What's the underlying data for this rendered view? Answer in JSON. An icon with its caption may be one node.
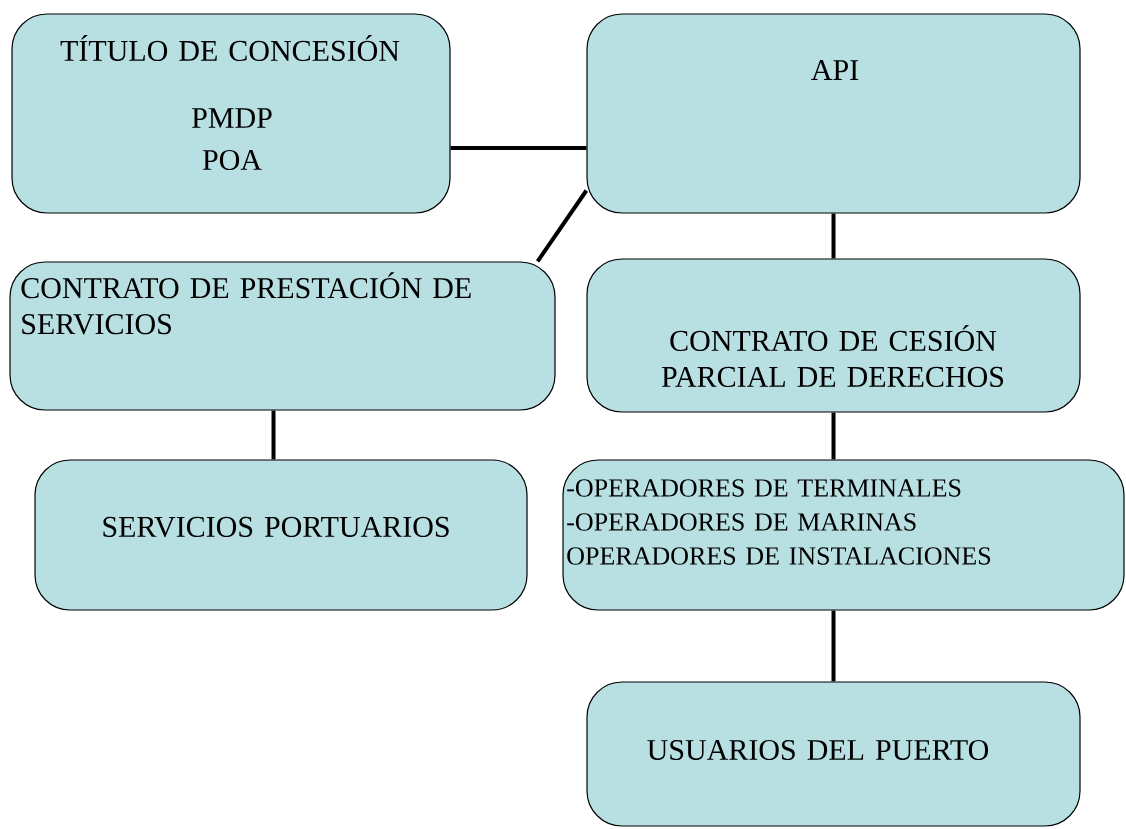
{
  "diagram": {
    "nodes": [
      {
        "text": [
          "TÍTULO DE CONCESIÓN",
          "PMDP",
          "POA"
        ]
      },
      {
        "text": [
          "API"
        ]
      },
      {
        "text": [
          "CONTRATO DE PRESTACIÓN DE SERVICIOS"
        ]
      },
      {
        "text": [
          "CONTRATO DE CESIÓN PARCIAL DE DERECHOS"
        ]
      },
      {
        "text": [
          "SERVICIOS PORTUARIOS"
        ]
      },
      {
        "text": [
          "-OPERADORES DE TERMINALES",
          "-OPERADORES DE MARINAS",
          "OPERADORES DE INSTALACIONES"
        ]
      },
      {
        "text": [
          "USUARIOS DEL PUERTO"
        ]
      }
    ],
    "edges": [
      {
        "from": 0,
        "to": 1,
        "arrow": "none"
      },
      {
        "from": 1,
        "to": 2,
        "arrow": "none"
      },
      {
        "from": 1,
        "to": 3,
        "arrow": "none"
      },
      {
        "from": 2,
        "to": 4,
        "arrow": "none"
      },
      {
        "from": 3,
        "to": 5,
        "arrow": "none"
      },
      {
        "from": 5,
        "to": 6,
        "arrow": "none"
      }
    ]
  }
}
